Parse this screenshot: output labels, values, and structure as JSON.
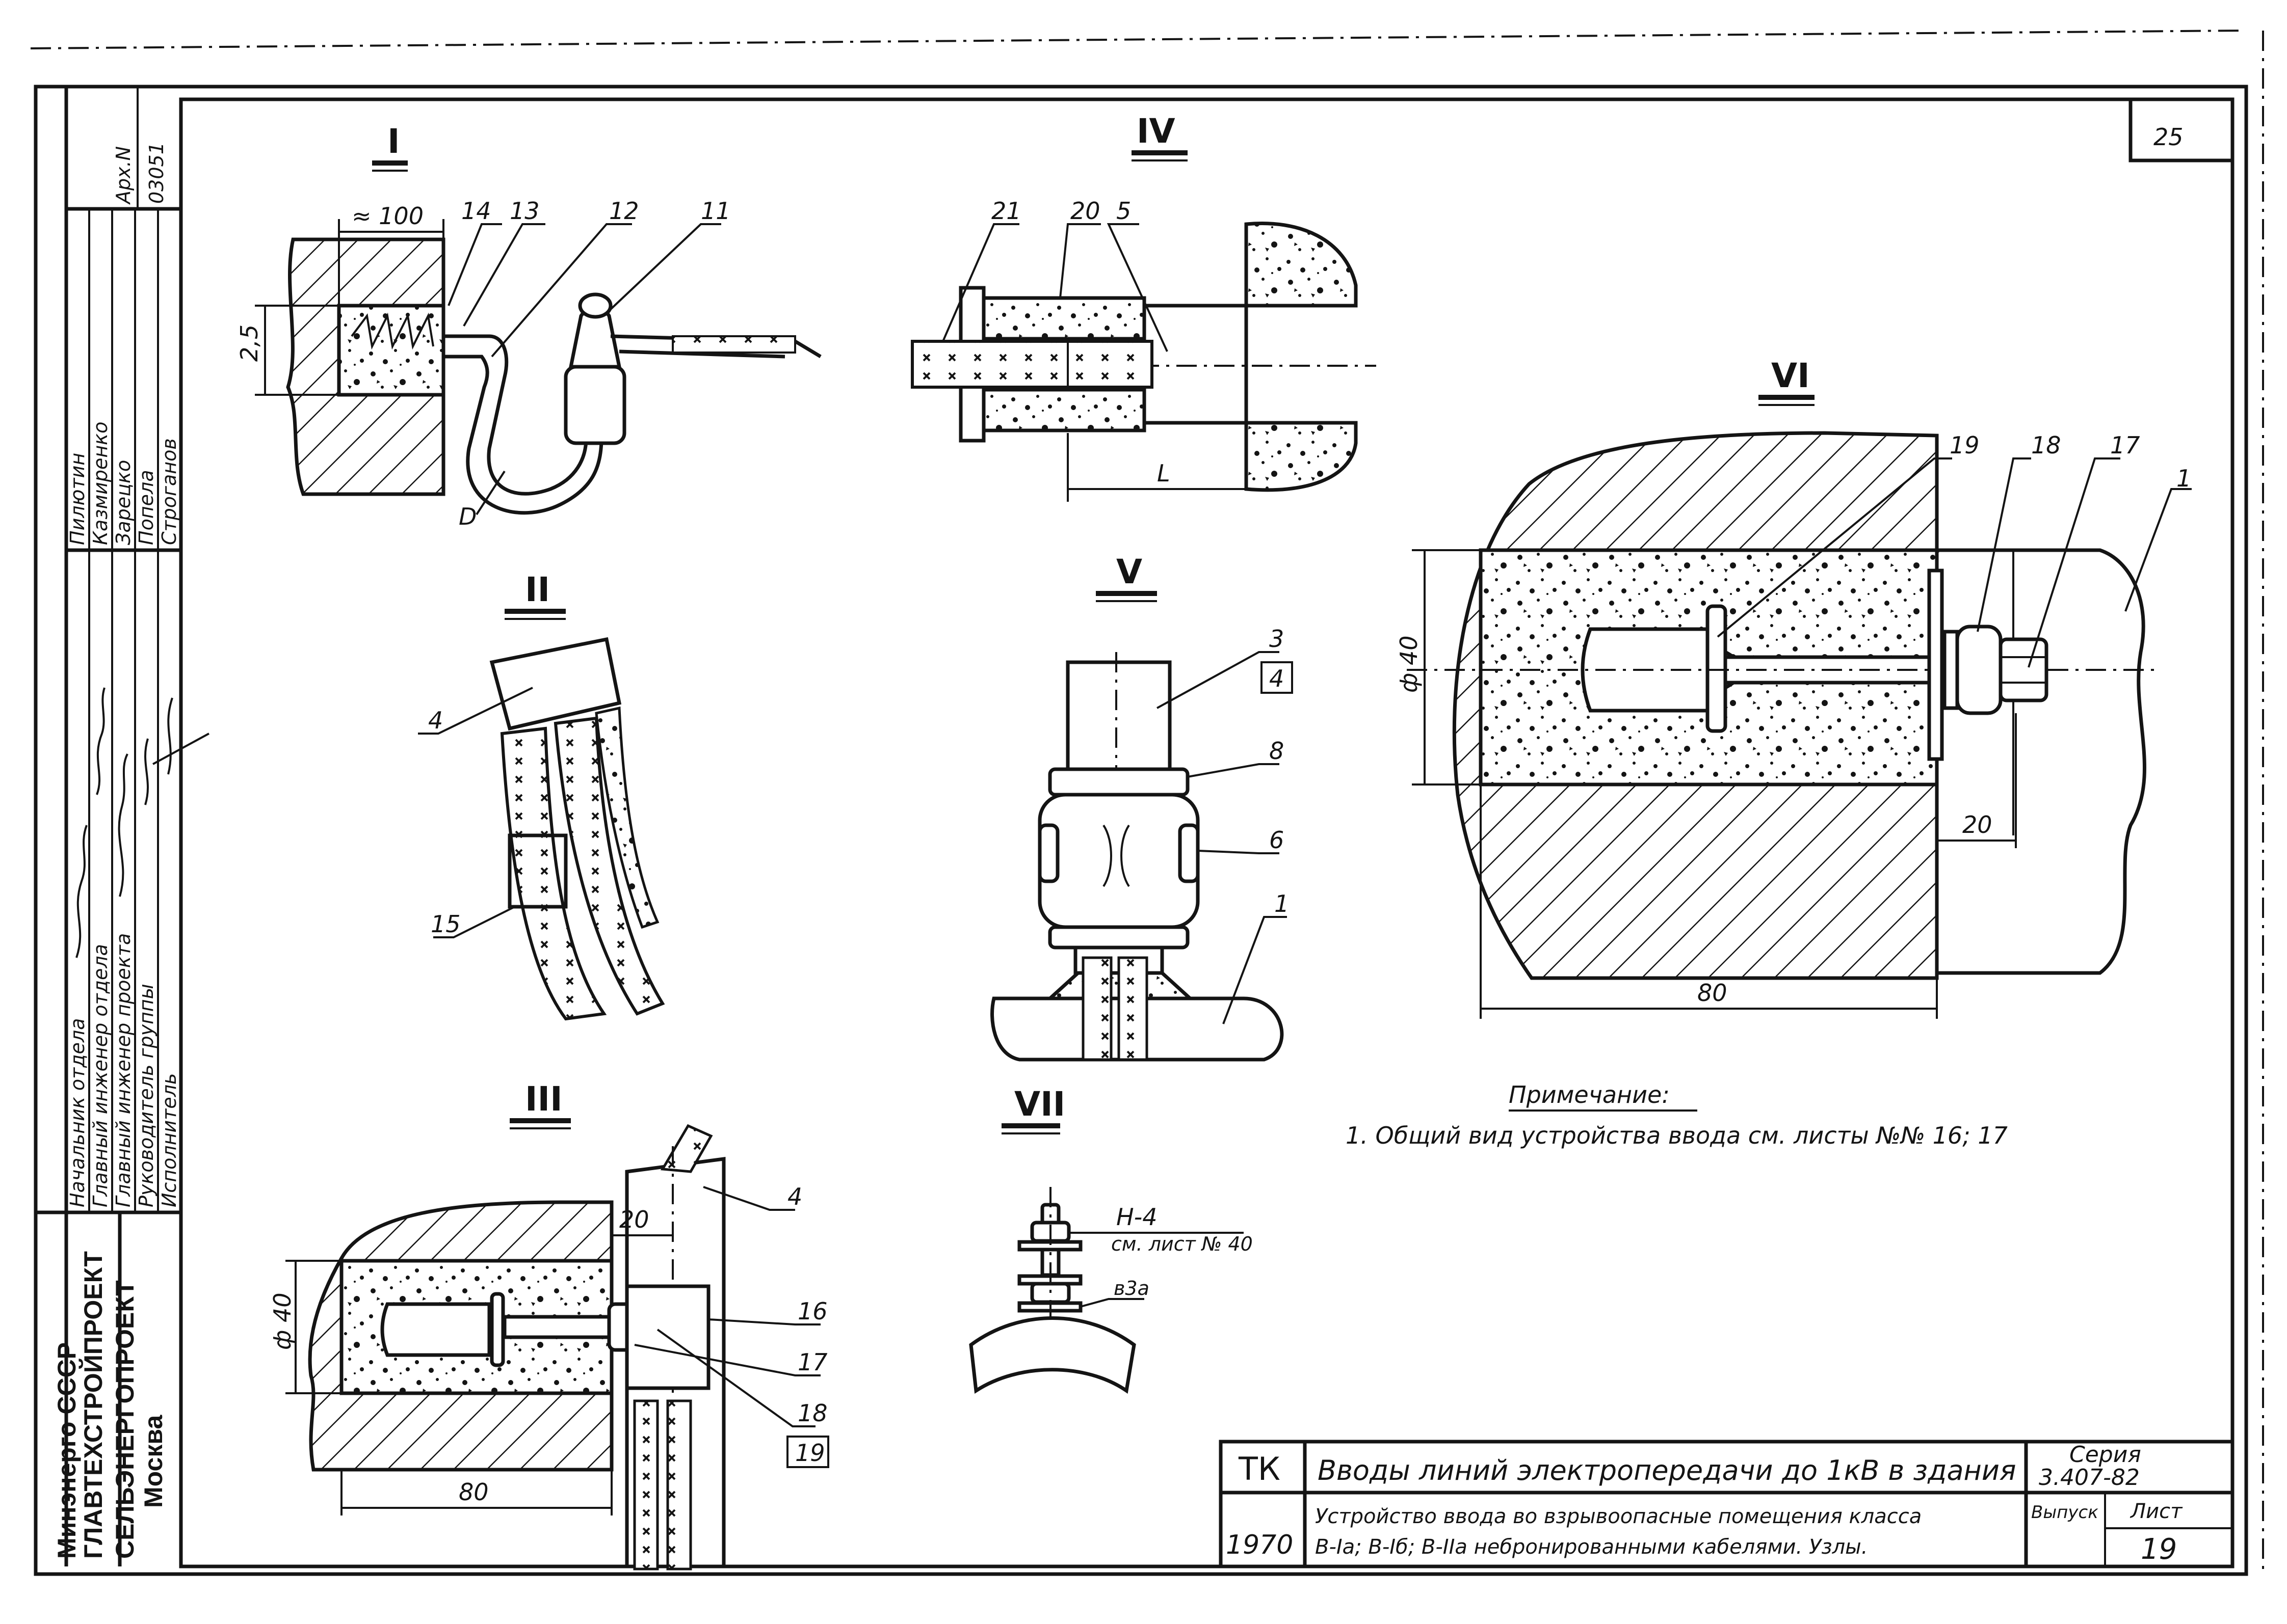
{
  "sheet": {
    "page_number": "25",
    "frame_marker": "1"
  },
  "side_stamp": {
    "organization": [
      "Минэнерго СССР",
      "ГЛАВТЕХСТРОЙПРОЕКТ",
      "СЕЛЬЭНЕРГОПРОЕКТ",
      "Москва"
    ],
    "roles": [
      "Начальник отдела",
      "Главный инженер отдела",
      "Главный инженер проекта",
      "Руководитель группы",
      "Исполнитель"
    ],
    "names": [
      "Пилютин",
      "Казмиренко",
      "Зарецко",
      "Попела",
      "Строганов"
    ],
    "archive_label": "Арх.N",
    "archive_number": "03051"
  },
  "details": {
    "I": {
      "title": "I",
      "dim_width": "≈ 100",
      "dim_height": "2,5",
      "diameter_label": "D",
      "callouts": [
        "14",
        "13",
        "12",
        "11"
      ]
    },
    "IV": {
      "title": "IV",
      "dim_length": "L",
      "callouts": [
        "21",
        "20",
        "5"
      ]
    },
    "II": {
      "title": "II",
      "callouts": [
        "4",
        "15"
      ]
    },
    "V": {
      "title": "V",
      "callouts": [
        "3",
        "4",
        "8",
        "6",
        "1"
      ]
    },
    "VI": {
      "title": "VI",
      "dim_diameter": "ф 40",
      "dim_offset": "20",
      "dim_width": "80",
      "callouts": [
        "19",
        "18",
        "17",
        "1"
      ]
    },
    "III": {
      "title": "III",
      "dim_diameter": "ф 40",
      "dim_offset": "20",
      "dim_width": "80",
      "callouts": [
        "4",
        "16",
        "17",
        "18",
        "19"
      ]
    },
    "VII": {
      "title": "VII",
      "ref": "Н-4",
      "ref_note": "см. лист № 40",
      "small_label": "в3а"
    }
  },
  "note": {
    "heading": "Примечание:",
    "text": "1. Общий вид устройства ввода см. листы №№ 16; 17"
  },
  "title_block": {
    "code": "ТК",
    "year": "1970",
    "title": "Вводы линий электропередачи до 1кВ в здания",
    "subtitle_line1": "Устройство ввода во взрывоопасные помещения класса",
    "subtitle_line2": "В-Iа; В-Iб; В-IIа небронированными кабелями. Узлы.",
    "series_label": "Серия",
    "series_value": "3.407-82",
    "issue_label": "Выпуск",
    "sheet_label": "Лист",
    "sheet_value": "19"
  }
}
